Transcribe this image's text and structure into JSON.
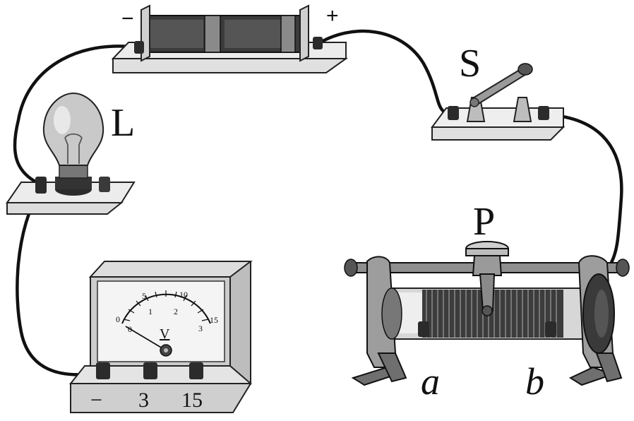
{
  "labels": {
    "battery_negative": "−",
    "battery_positive": "+",
    "switch": "S",
    "lamp": "L",
    "slider": "P",
    "end_a": "a",
    "end_b": "b"
  },
  "voltmeter": {
    "symbol": "V",
    "terminals": [
      "−",
      "3",
      "15"
    ],
    "scale_outer": [
      "0",
      "5",
      "10",
      "15"
    ],
    "scale_inner": [
      "0",
      "1",
      "2",
      "3"
    ]
  },
  "colors": {
    "wire": "#111111",
    "board": "#d9d9d9",
    "dark_metal": "#3a3a3a",
    "light_metal": "#bdbdbd"
  }
}
